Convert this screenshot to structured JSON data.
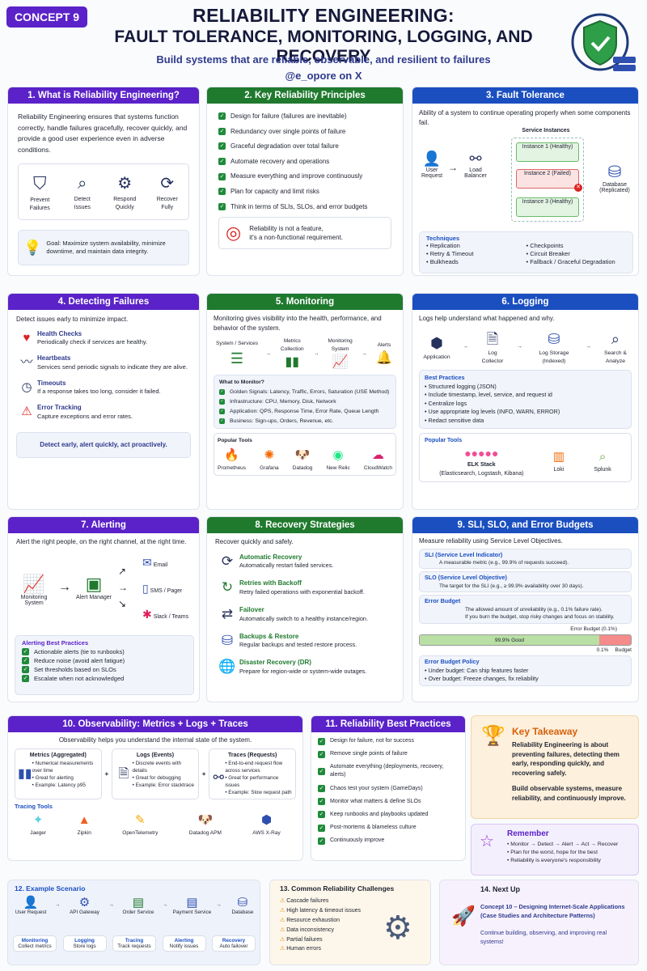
{
  "badge": "CONCEPT 9",
  "title1": "RELIABILITY ENGINEERING:",
  "title2": "FAULT TOLERANCE, MONITORING, LOGGING, AND RECOVERY",
  "subtitle": "Build systems that are reliable, observable, and resilient to failures",
  "s1": {
    "head": "1. What is Reliability Engineering?",
    "intro": "Reliability Engineering ensures that systems function correctly, handle failures gracefully, recover quickly, and provide a good user experience even in adverse conditions.",
    "items": [
      "Prevent Failures",
      "Detect Issues",
      "Respond Quickly",
      "Recover Fully"
    ],
    "goal": "Goal: Maximize system availability, minimize downtime, and maintain data integrity."
  },
  "s2": {
    "head": "2. Key Reliability Principles",
    "handle": "@e_opore on X",
    "items": [
      "Design for failure (failures are inevitable)",
      "Redundancy over single points of failure",
      "Graceful degradation over total failure",
      "Automate recovery and operations",
      "Measure everything and improve continuously",
      "Plan for capacity and limit risks",
      "Think in terms of SLIs, SLOs, and error budgets"
    ],
    "note1": "Reliability is not a feature,",
    "note2": "it's a non-functional requirement."
  },
  "s3": {
    "head": "3. Fault Tolerance",
    "intro": "Ability of a system to continue operating properly when some components fail.",
    "user": "User Request",
    "lb": "Load Balancer",
    "svc": "Service Instances",
    "inst": [
      "Instance 1 (Healthy)",
      "Instance 2 (Failed)",
      "Instance 3 (Healthy)"
    ],
    "db": "Database (Replicated)",
    "tech": "Techniques",
    "techs": [
      "Replication",
      "Checkpoints",
      "Retry & Timeout",
      "Circuit Breaker",
      "Bulkheads",
      "Fallback / Graceful Degradation"
    ]
  },
  "s4": {
    "head": "4. Detecting Failures",
    "intro": "Detect issues early to minimize impact.",
    "items": [
      {
        "t": "Health Checks",
        "d": "Periodically check if services are healthy."
      },
      {
        "t": "Heartbeats",
        "d": "Services send periodic signals to indicate they are alive."
      },
      {
        "t": "Timeouts",
        "d": "If a response takes too long, consider it failed."
      },
      {
        "t": "Error Tracking",
        "d": "Capture exceptions and error rates."
      }
    ],
    "foot": "Detect early, alert quickly, act proactively."
  },
  "s5": {
    "head": "5. Monitoring",
    "intro": "Monitoring gives visibility into the health, performance, and behavior of the system.",
    "flow": [
      "System / Services",
      "Metrics Collection",
      "Monitoring System",
      "Alerts"
    ],
    "what": "What to Monitor?",
    "items": [
      "Golden Signals: Latency, Traffic, Errors, Saturation (USE Method)",
      "Infrastructure: CPU, Memory, Disk, Network",
      "Application: QPS, Response Time, Error Rate, Queue Length",
      "Business: Sign-ups, Orders, Revenue, etc."
    ],
    "tools_h": "Popular Tools",
    "tools": [
      "Prometheus",
      "Grafana",
      "Datadog",
      "New Relic",
      "CloudWatch"
    ]
  },
  "s6": {
    "head": "6. Logging",
    "intro": "Logs help understand what happened and why.",
    "flow": [
      "Application",
      "Log Collector",
      "Log Storage (Indexed)",
      "Search & Analyze"
    ],
    "bp": "Best Practices",
    "items": [
      "Structured logging (JSON)",
      "Include timestamp, level, service, and request id",
      "Centralize logs",
      "Use appropriate log levels (INFO, WARN, ERROR)",
      "Redact sensitive data"
    ],
    "tools_h": "Popular Tools",
    "elk": "ELK Stack",
    "elk2": "(Elasticsearch, Logstash, Kibana)",
    "loki": "Loki",
    "splunk": "Splunk"
  },
  "s7": {
    "head": "7. Alerting",
    "intro": "Alert the right people, on the right channel, at the right time.",
    "mon": "Monitoring System",
    "mgr": "Alert Manager",
    "ch": [
      "Email",
      "SMS / Pager",
      "Slack / Teams"
    ],
    "bp": "Alerting Best Practices",
    "items": [
      "Actionable alerts (tie to runbooks)",
      "Reduce noise (avoid alert fatigue)",
      "Set thresholds based on SLOs",
      "Escalate when not acknowledged"
    ]
  },
  "s8": {
    "head": "8. Recovery Strategies",
    "intro": "Recover quickly and safely.",
    "items": [
      {
        "t": "Automatic Recovery",
        "d": "Automatically restart failed services."
      },
      {
        "t": "Retries with Backoff",
        "d": "Retry failed operations with exponential backoff."
      },
      {
        "t": "Failover",
        "d": "Automatically switch to a healthy instance/region."
      },
      {
        "t": "Backups & Restore",
        "d": "Regular backups and tested restore process."
      },
      {
        "t": "Disaster Recovery (DR)",
        "d": "Prepare for region-wide or system-wide outages."
      }
    ]
  },
  "s9": {
    "head": "9. SLI, SLO, and Error Budgets",
    "intro": "Measure reliability using Service Level Objectives.",
    "sli_t": "SLI (Service Level Indicator)",
    "sli_d": "A measurable metric (e.g., 99.9% of requests succeed).",
    "slo_t": "SLO (Service Level Objective)",
    "slo_d": "The target for the SLI (e.g., ≥ 99.9% availability over 30 days).",
    "eb_t": "Error Budget",
    "eb_d1": "The allowed amount of unreliability (e.g., 0.1% failure rate).",
    "eb_d2": "If you burn the budget, stop risky changes and focus on stability.",
    "bar_label": "Error Budget (0.1%)",
    "good": "99.9% Good",
    "good_pct": 99.9,
    "pct": "0.1%",
    "budget": "Budget",
    "pol": "Error Budget Policy",
    "pols": [
      "Under budget: Can ship features faster",
      "Over budget: Freeze changes, fix reliability"
    ]
  },
  "s10": {
    "head": "10. Observability: Metrics + Logs + Traces",
    "intro": "Observability helps you understand the internal state of the system.",
    "cols": [
      {
        "t": "Metrics (Aggregated)",
        "i": [
          "Numerical measurements over time",
          "Great for alerting",
          "Example: Latency p95"
        ]
      },
      {
        "t": "Logs (Events)",
        "i": [
          "Discrete events with details",
          "Great for debugging",
          "Example: Error stacktrace"
        ]
      },
      {
        "t": "Traces (Requests)",
        "i": [
          "End-to-end request flow across services",
          "Great for performance issues",
          "Example: Slow request path"
        ]
      }
    ],
    "tt": "Tracing Tools",
    "tools": [
      "Jaeger",
      "Zipkin",
      "OpenTelemetry",
      "Datadog APM",
      "AWS X-Ray"
    ]
  },
  "s11": {
    "head": "11. Reliability Best Practices",
    "items": [
      "Design for failure, not for success",
      "Remove single points of failure",
      "Automate everything (deployments, recovery, alerts)",
      "Chaos test your system (GameDays)",
      "Monitor what matters & define SLOs",
      "Keep runbooks and playbooks updated",
      "Post-mortems & blameless culture",
      "Continuously improve"
    ]
  },
  "kt": {
    "head": "Key Takeaway",
    "p1": "Reliability Engineering is about preventing failures, detecting them early, responding quickly, and recovering safely.",
    "p2": "Build observable systems, measure reliability, and continuously improve."
  },
  "rem": {
    "head": "Remember",
    "items": [
      "Monitor → Detect → Alert → Act → Recover",
      "Plan for the worst, hope for the best",
      "Reliability is everyone's responsibility"
    ]
  },
  "s12": {
    "head": "12. Example Scenario",
    "flow": [
      "User Request",
      "API Gateway",
      "Order Service",
      "Payment Service",
      "Database"
    ],
    "boxes": [
      {
        "t": "Monitoring",
        "d": "Collect metrics"
      },
      {
        "t": "Logging",
        "d": "Store logs"
      },
      {
        "t": "Tracing",
        "d": "Track requests"
      },
      {
        "t": "Alerting",
        "d": "Notify issues"
      },
      {
        "t": "Recovery",
        "d": "Auto failover"
      }
    ]
  },
  "s13": {
    "head": "13. Common Reliability Challenges",
    "items": [
      "Cascade failures",
      "High latency & timeout issues",
      "Resource exhaustion",
      "Data inconsistency",
      "Partial failures",
      "Human errors"
    ]
  },
  "s14": {
    "head": "14. Next Up",
    "t": "Concept 10 – Designing Internet-Scale Applications (Case Studies and Architecture Patterns)",
    "d": "Continue building, observing, and improving real systems!"
  }
}
